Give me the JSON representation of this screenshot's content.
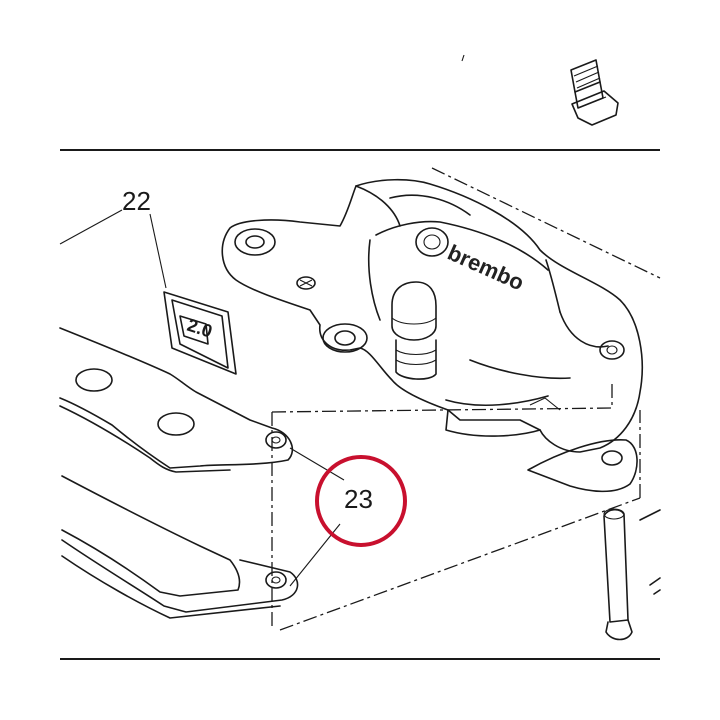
{
  "diagram": {
    "callouts": [
      {
        "id": "22",
        "label": "22"
      },
      {
        "id": "23",
        "label": "23"
      }
    ],
    "caliper_brand": "brembo",
    "spring_clip_text": "2.0",
    "highlight_color": "#c8102e",
    "line_color": "#1a1a1a"
  }
}
